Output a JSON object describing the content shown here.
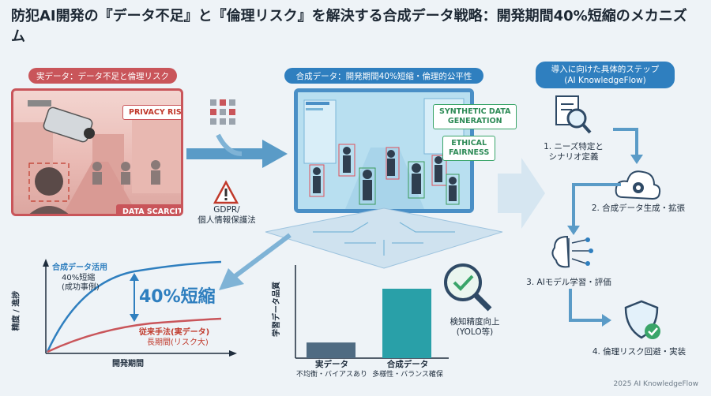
{
  "title": "防犯AI開発の『データ不足』と『倫理リスク』を解決する合成データ戦略：開発期間40%短縮のメカニズム",
  "sections": {
    "real": "実データ：データ不足と倫理リスク",
    "synthetic": "合成データ：開発期間40%短縮・倫理的公平性",
    "steps_title_1": "導入に向けた具体的ステップ",
    "steps_title_2": "(AI KnowledgeFlow)"
  },
  "real_panel": {
    "privacy_tag": "PRIVACY RISK",
    "scarcity_tag": "DATA SCARCITY"
  },
  "warning": {
    "line1": "GDPR/",
    "line2": "個人情報保護法"
  },
  "synthetic_panel": {
    "tag1_line1": "SYNTHETIC DATA",
    "tag1_line2": "GENERATION",
    "tag2_line1": "ETHICAL",
    "tag2_line2": "FAIRNESS"
  },
  "steps": [
    {
      "line1": "1. ニーズ特定と",
      "line2": "シナリオ定義"
    },
    {
      "line1": "2. 合成データ生成・拡張",
      "line2": ""
    },
    {
      "line1": "3. AIモデル学習・評価",
      "line2": ""
    },
    {
      "line1": "4. 倫理リスク回避・実装",
      "line2": ""
    }
  ],
  "line_chart": {
    "ylabel": "精度 / 進捗",
    "xlabel": "開発期間",
    "synthetic_label": "合成データ活用",
    "synthetic_sub1": "40%短縮",
    "synthetic_sub2": "(成功事例)",
    "conventional_label": "従来手法(実データ)",
    "conventional_sub": "長期間(リスク大)",
    "reduction": "40%短縮"
  },
  "chart_data": {
    "type": "bar",
    "ylabel": "学習データ品質",
    "categories": [
      "実データ",
      "合成データ"
    ],
    "category_subs": [
      "不均衡・バイアスあり",
      "多様性・バランス確保"
    ],
    "values": [
      18,
      80
    ],
    "ylim": [
      0,
      100
    ],
    "colors": [
      "#4f6b82",
      "#29a0a8"
    ]
  },
  "magnifier": {
    "line1": "検知精度向上",
    "line2": "(YOLO等)"
  },
  "footer": "2025 AI KnowledgeFlow",
  "colors": {
    "red": "#c9555a",
    "blue": "#2f7fbf",
    "green": "#3aa569",
    "arrow": "#5a9bc7"
  }
}
